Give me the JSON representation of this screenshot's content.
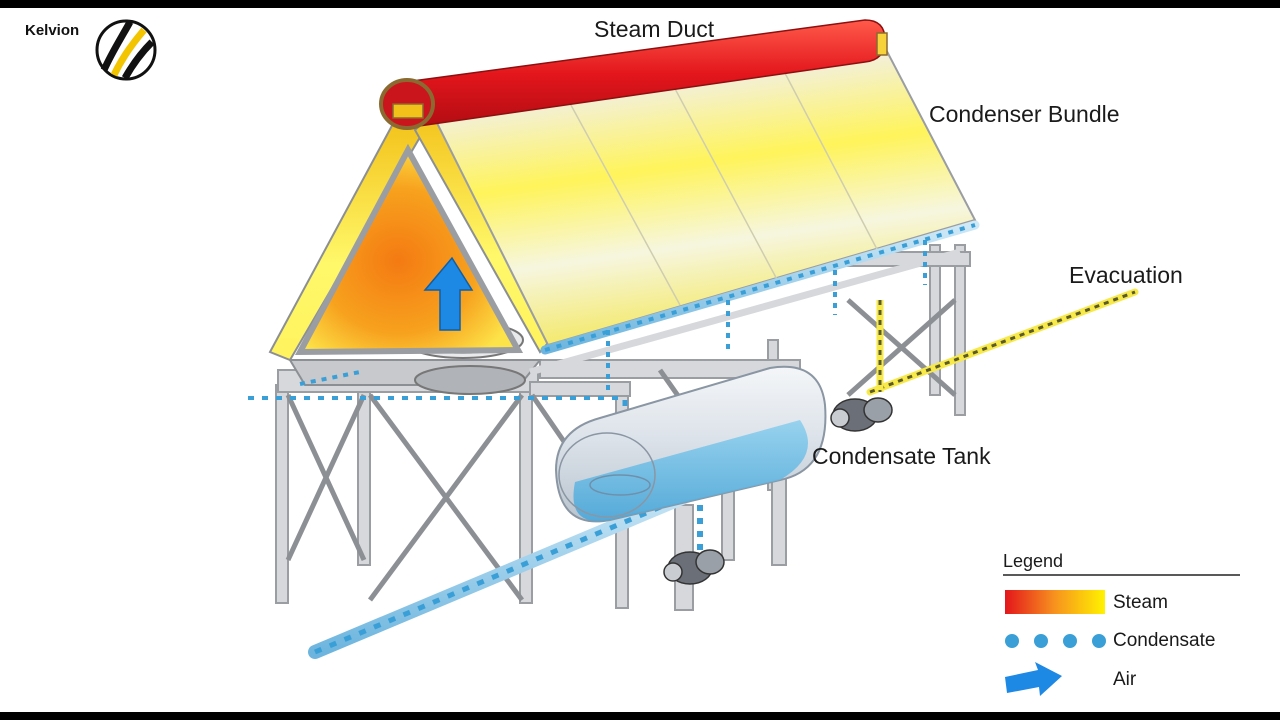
{
  "brand": {
    "name": "Kelvion",
    "logo_icon": "kelvion-logo-icon"
  },
  "labels": {
    "steam_duct": "Steam Duct",
    "condenser_bundle": "Condenser Bundle",
    "evacuation": "Evacuation",
    "condensate_tank": "Condensate Tank"
  },
  "legend": {
    "title": "Legend",
    "items": [
      {
        "label": "Steam",
        "icon": "steam-gradient-swatch-icon"
      },
      {
        "label": "Condensate",
        "icon": "condensate-dots-icon"
      },
      {
        "label": "Air",
        "icon": "air-arrow-icon"
      }
    ]
  },
  "colors": {
    "steam_hot": "#e3161c",
    "steam_mid": "#f7931e",
    "steam_cool": "#fff200",
    "condensate": "#3a9fd6",
    "air": "#1e88e5",
    "structure": "#b5b7bb"
  }
}
